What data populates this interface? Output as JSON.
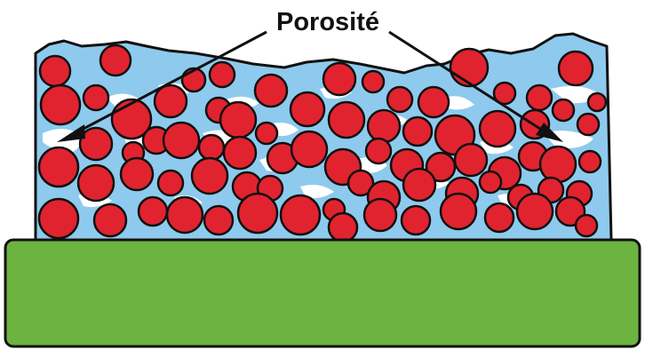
{
  "annotation": {
    "label": "Porosité",
    "arrow_color": "#111111",
    "text_color": "#111111"
  },
  "colors": {
    "substrate_fill": "#6db33f",
    "binder_fill": "#8ecaed",
    "particle_fill": "#e1232f",
    "pore_fill": "#ffffff",
    "outline": "#111111"
  },
  "components": [
    "substrate",
    "binder-matrix",
    "particles",
    "pores"
  ]
}
